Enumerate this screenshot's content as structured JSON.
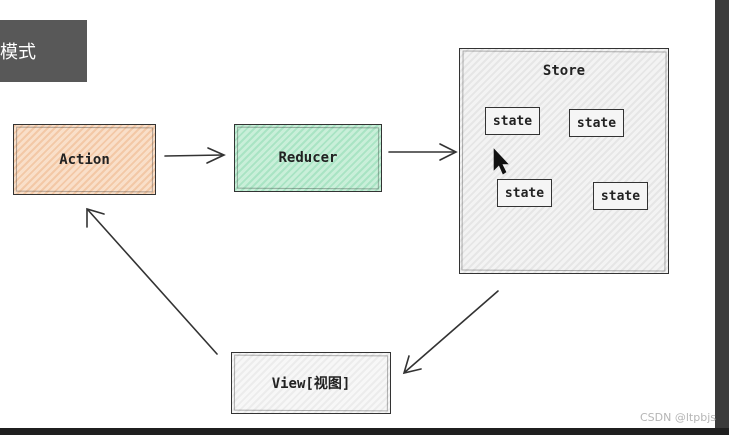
{
  "title_tab": "模式",
  "diagram": {
    "action_label": "Action",
    "reducer_label": "Reducer",
    "store_label": "Store",
    "view_label": "View[视图]",
    "states": [
      "state",
      "state",
      "state",
      "state"
    ]
  },
  "colors": {
    "action_fill": "#f3c8a6",
    "reducer_fill": "#a9e4c4",
    "store_fill": "#eeeeee",
    "view_fill": "#f2f2f2"
  },
  "watermark": "CSDN @ltpbjs"
}
